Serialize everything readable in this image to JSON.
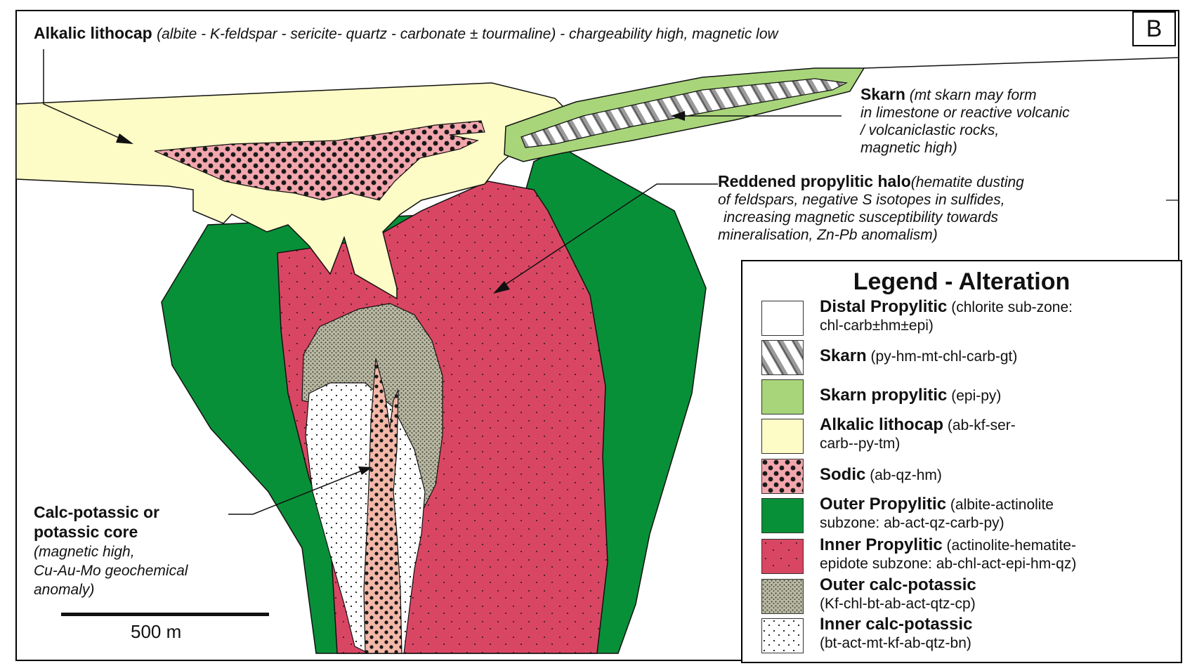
{
  "panel_letter": "B",
  "callouts": {
    "lithocap": {
      "name": "Alkalic lithocap",
      "detail": "(albite - K-feldspar - sericite- quartz - carbonate ± tourmaline) - chargeability high, magnetic low"
    },
    "skarn": {
      "name": "Skarn",
      "line1": "(mt skarn may form",
      "line2": "in limestone or reactive volcanic",
      "line3": "/ volcaniclastic rocks,",
      "line4": "magnetic high)"
    },
    "reddened": {
      "name": "Reddened propylitic halo",
      "line1": "(hematite dusting",
      "line2": "of feldspars, negative S isotopes in sulfides,",
      "line3": "increasing magnetic susceptibility towards",
      "line4": "mineralisation, Zn-Pb anomalism)"
    },
    "core": {
      "line1": "Calc-potassic or",
      "line2": "potassic core",
      "line3": "(magnetic high,",
      "line4": "Cu-Au-Mo geochemical",
      "line5": "anomaly)"
    }
  },
  "scale_bar": {
    "label": "500 m"
  },
  "legend": {
    "title": "Legend - Alteration",
    "items": [
      {
        "name": "Distal Propylitic",
        "detail1": "(chlorite sub-zone:",
        "detail2": "chl-carb±hm±epi)",
        "pattern": "distal"
      },
      {
        "name": "Skarn",
        "detail1": "(py-hm-mt-chl-carb-gt)",
        "detail2": "",
        "pattern": "skarn"
      },
      {
        "name": "Skarn propylitic",
        "detail1": "(epi-py)",
        "detail2": "",
        "pattern": "skarnprop"
      },
      {
        "name": "Alkalic lithocap",
        "detail1": "(ab-kf-ser-",
        "detail2": "carb--py-tm)",
        "pattern": "lithocap"
      },
      {
        "name": "Sodic",
        "detail1": "(ab-qz-hm)",
        "detail2": "",
        "pattern": "sodic"
      },
      {
        "name": "Outer Propylitic",
        "detail1": "(albite-actinolite",
        "detail2": "subzone: ab-act-qz-carb-py)",
        "pattern": "outer"
      },
      {
        "name": "Inner Propylitic",
        "detail1": "(actinolite-hematite-",
        "detail2": "epidote subzone: ab-chl-act-epi-hm-qz)",
        "pattern": "inner"
      },
      {
        "name": "Outer calc-potassic",
        "detail1": "",
        "detail2": "(Kf-chl-bt-ab-act-qtz-cp)",
        "pattern": "outercalc"
      },
      {
        "name": "Inner calc-potassic",
        "detail1": "",
        "detail2": "(bt-act-mt-kf-ab-qtz-bn)",
        "pattern": "innercalc"
      }
    ]
  },
  "colors": {
    "lithocap": "#fdfbc6",
    "outer_propylitic": "#089038",
    "inner_propylitic": "#d94663",
    "skarn_propylitic": "#a8d57a",
    "sodic": "#f3a6ad",
    "core_stripe": "#f4b8a8",
    "outer_calc": "#a4a58e"
  }
}
